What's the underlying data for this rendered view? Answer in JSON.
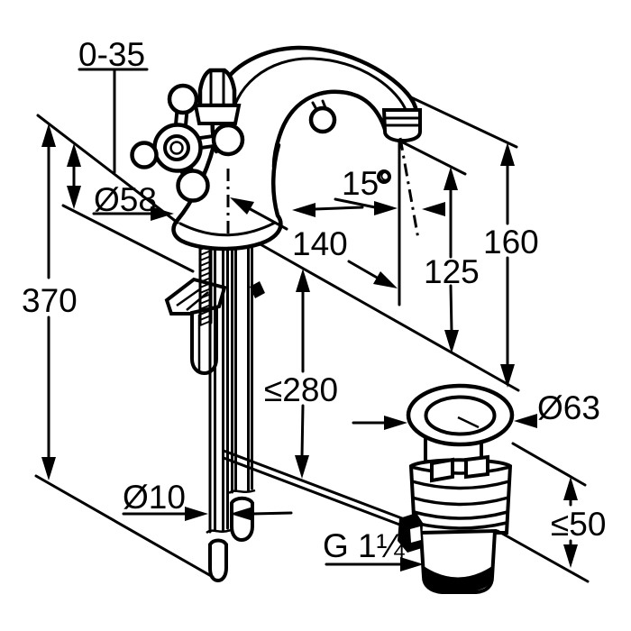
{
  "drawing": {
    "type": "technical-dimension-drawing",
    "subject": "two-handle basin mixer faucet with swan-neck spout and pop-up waste drain",
    "background_color": "#ffffff",
    "line_color": "#000000",
    "dimensions": {
      "deck_thickness_range": "0-35",
      "handle_diameter": "Ø58",
      "total_height": "370",
      "spout_angle": "15°",
      "spout_reach": "140",
      "spout_outlet_height": "125",
      "spout_top_height": "160",
      "max_connection_length": "≤280",
      "supply_pipe_diameter": "Ø10",
      "drain_flange_diameter": "Ø63",
      "drain_deck_max": "≤50",
      "drain_thread_size": "G 1¼"
    }
  }
}
